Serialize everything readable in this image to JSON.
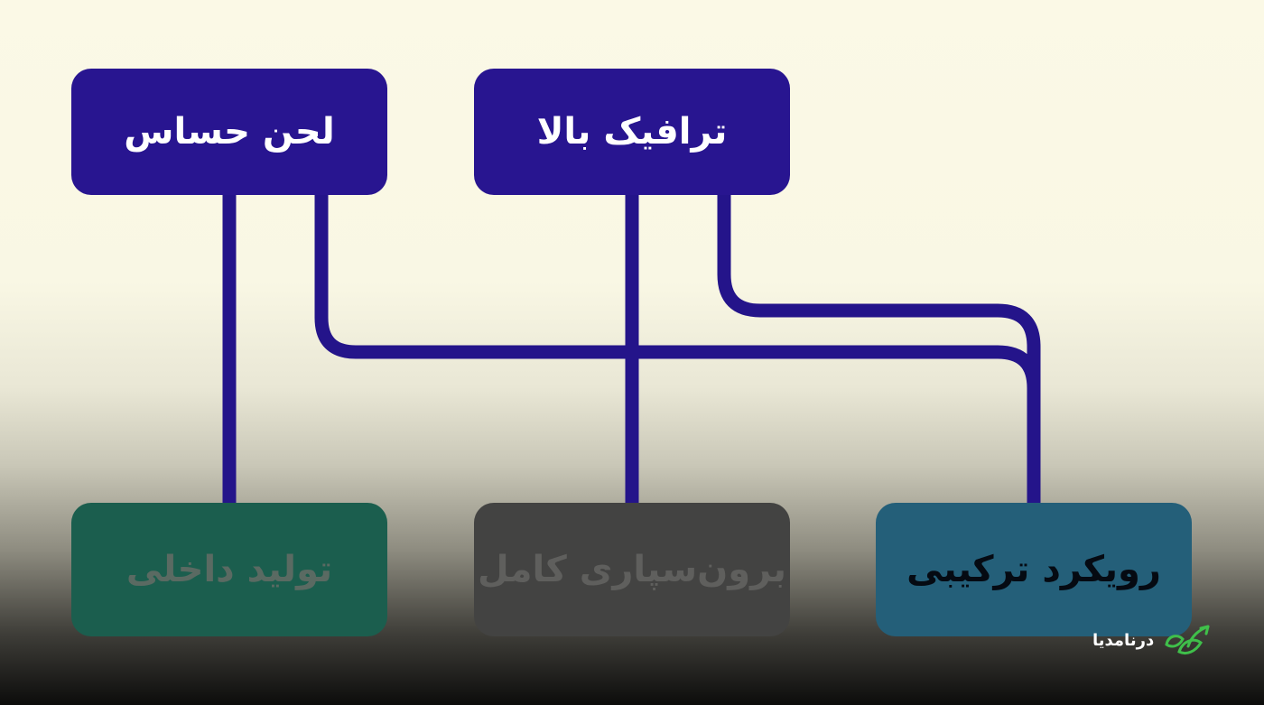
{
  "diagram": {
    "top_nodes": [
      {
        "id": "sensitive-tone",
        "label": "لحن حساس"
      },
      {
        "id": "high-traffic",
        "label": "ترافیک بالا"
      }
    ],
    "bottom_nodes": [
      {
        "id": "in-house",
        "label": "تولید داخلی",
        "state": "dimmed"
      },
      {
        "id": "full-outsourcing",
        "label": "برون‌سپاری کامل",
        "state": "dimmed"
      },
      {
        "id": "hybrid",
        "label": "رویکرد ترکیبی",
        "state": "highlighted"
      }
    ],
    "edges": [
      {
        "from": "sensitive-tone",
        "to": "in-house"
      },
      {
        "from": "sensitive-tone",
        "to": "hybrid"
      },
      {
        "from": "high-traffic",
        "to": "full-outsourcing"
      },
      {
        "from": "high-traffic",
        "to": "hybrid"
      }
    ]
  },
  "watermark": {
    "text": "درنامدیا",
    "icon": "leaf-logo-icon",
    "color": "#3fbf4a"
  },
  "colors": {
    "connector": "#24148a",
    "top_node": "#281590",
    "in_house": "#1b5e4e",
    "full_outsourcing": "#434342",
    "hybrid": "#245f79"
  }
}
